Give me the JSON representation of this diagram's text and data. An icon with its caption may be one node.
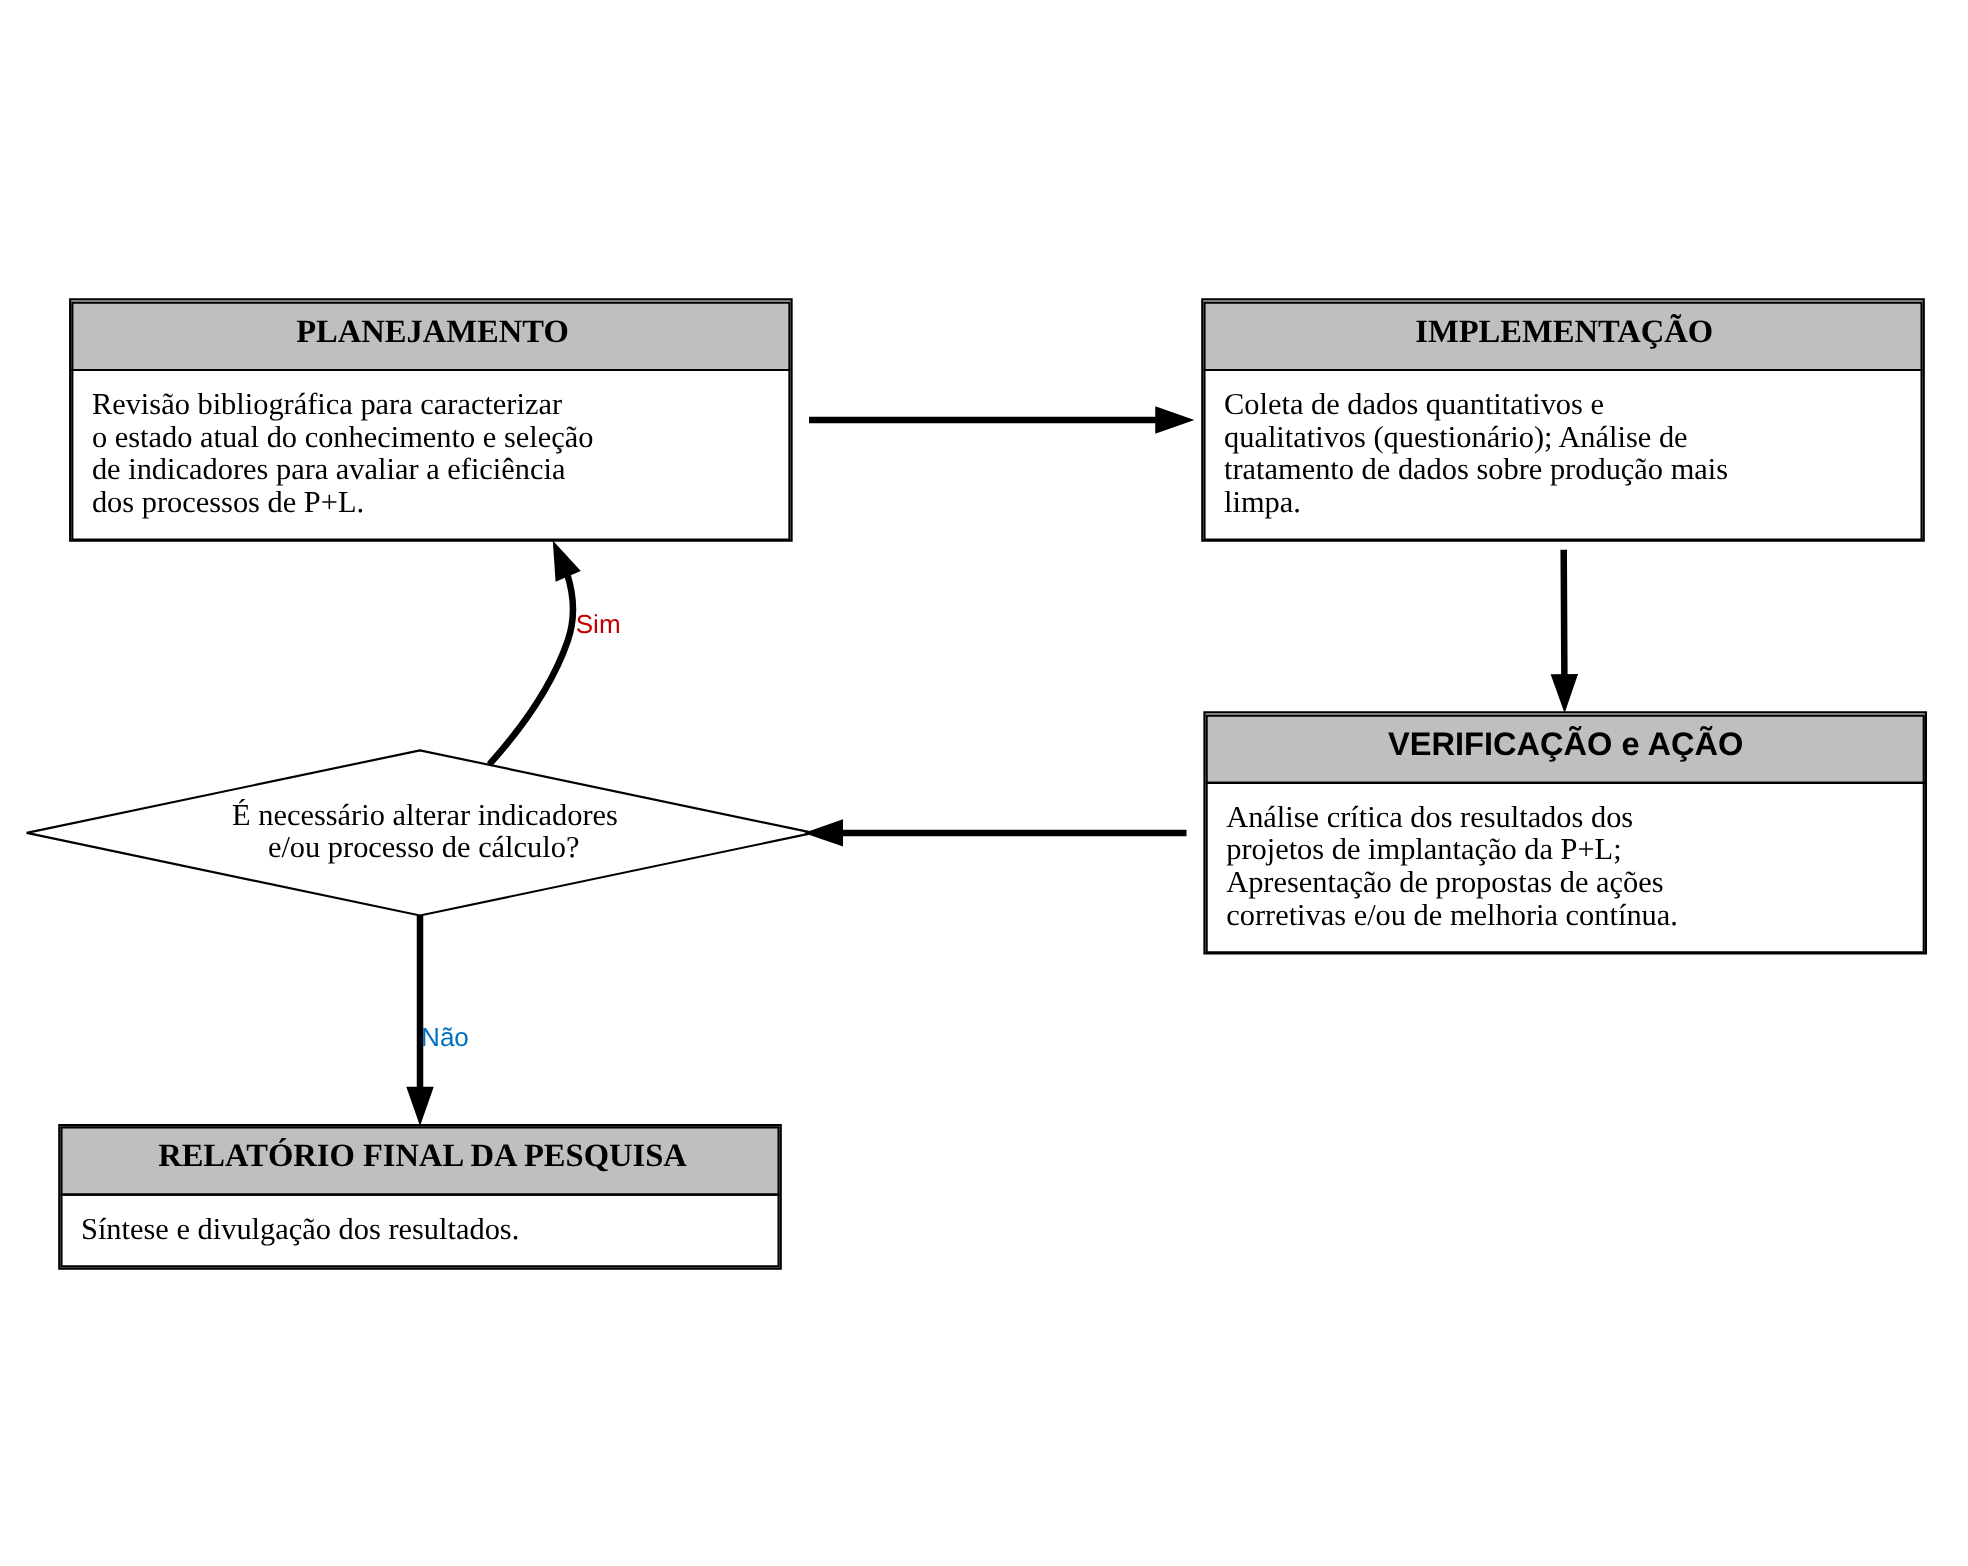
{
  "diagram": {
    "nodes": [
      {
        "text": [
          "PLANEJAMENTO",
          "Revisão bibliográfica para caracterizar o estado atual do conhecimento e seleção de indicadores para avaliar a eficiência dos processos de P+L."
        ]
      },
      {
        "text": [
          "IMPLEMENTAÇÃO",
          "Coleta de dados quantitativos e qualitativos (questionário); Análise de tratamento de dados sobre produção mais limpa."
        ]
      },
      {
        "text": [
          "VERIFICAÇÃO e AÇÃO",
          "Análise crítica dos resultados dos projetos de implantação da P+L; Apresentação de propostas de ações corretivas e/ou de melhoria contínua."
        ]
      },
      {
        "text": [
          "É necessário alterar indicadores e/ou processo de cálculo?"
        ]
      },
      {
        "text": [
          "RELATÓRIO FINAL DA PESQUISA",
          "Síntese e divulgação dos resultados."
        ]
      }
    ],
    "edges": [
      {
        "from": 0,
        "to": 1,
        "arrow": "to"
      },
      {
        "from": 1,
        "to": 2,
        "arrow": "to"
      },
      {
        "from": 2,
        "to": 3,
        "arrow": "to"
      },
      {
        "from": 3,
        "to": 0,
        "arrow": "to",
        "label": "Sim"
      },
      {
        "from": 3,
        "to": 4,
        "arrow": "to",
        "label": "Não"
      }
    ]
  }
}
